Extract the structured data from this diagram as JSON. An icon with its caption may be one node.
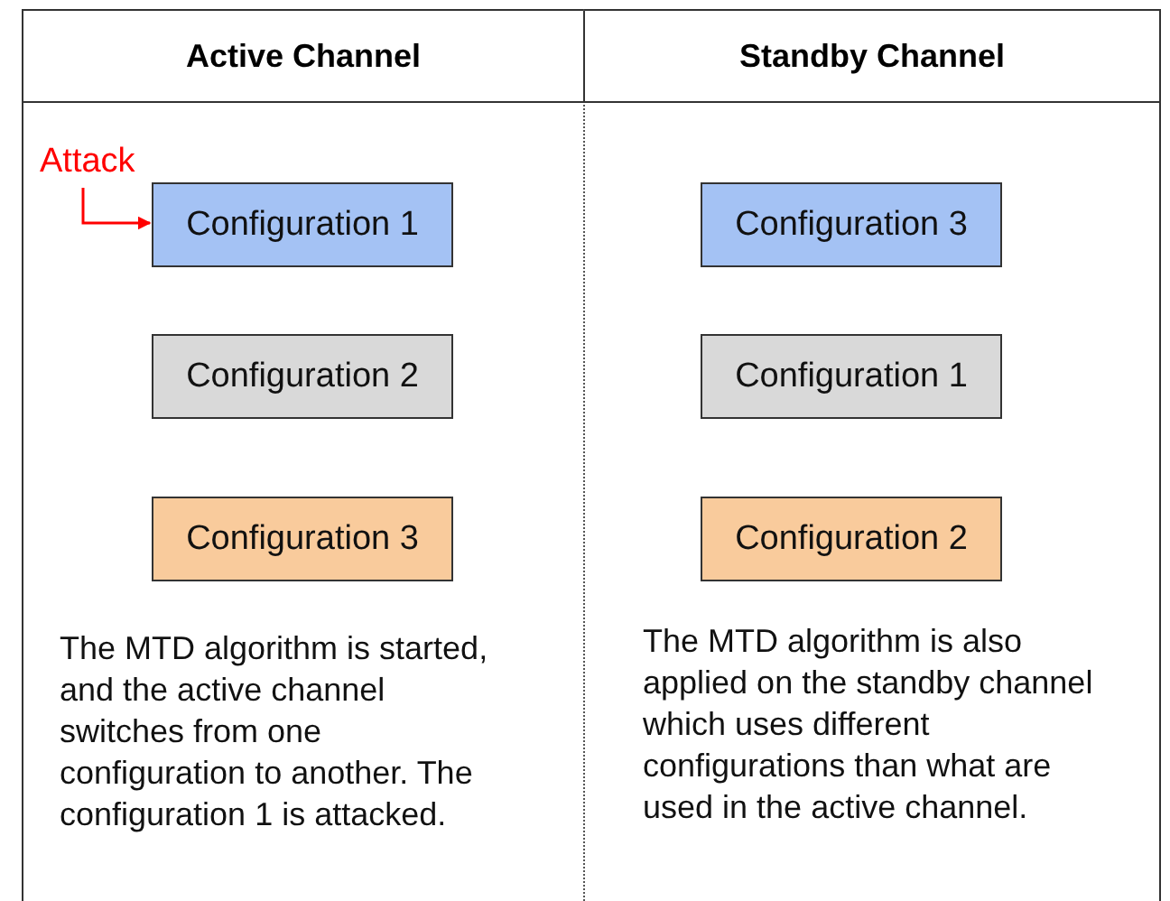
{
  "diagram": {
    "nodes": [
      {
        "text": [
          "Active Channel",
          "The MTD algorithm is started, and the active channel switches from one configuration to another. The configuration 1 is attacked."
        ]
      },
      {
        "text": [
          "Attack"
        ],
        "in": 0
      },
      {
        "text": [
          "Configuration 1"
        ],
        "in": 0
      },
      {
        "text": [
          "Configuration 2"
        ],
        "in": 0
      },
      {
        "text": [
          "Configuration 3"
        ],
        "in": 0
      },
      {
        "text": [
          "Standby Channel",
          "The MTD algorithm is also applied on the standby channel which uses different configurations than what are used in the active channel."
        ]
      },
      {
        "text": [
          "Configuration 3"
        ],
        "in": 5
      },
      {
        "text": [
          "Configuration 1"
        ],
        "in": 5
      },
      {
        "text": [
          "Configuration 2"
        ],
        "in": 5
      }
    ],
    "edges": [
      {
        "from": 1,
        "to": 2,
        "arrow": "to",
        "color": "#ff0000"
      }
    ]
  }
}
